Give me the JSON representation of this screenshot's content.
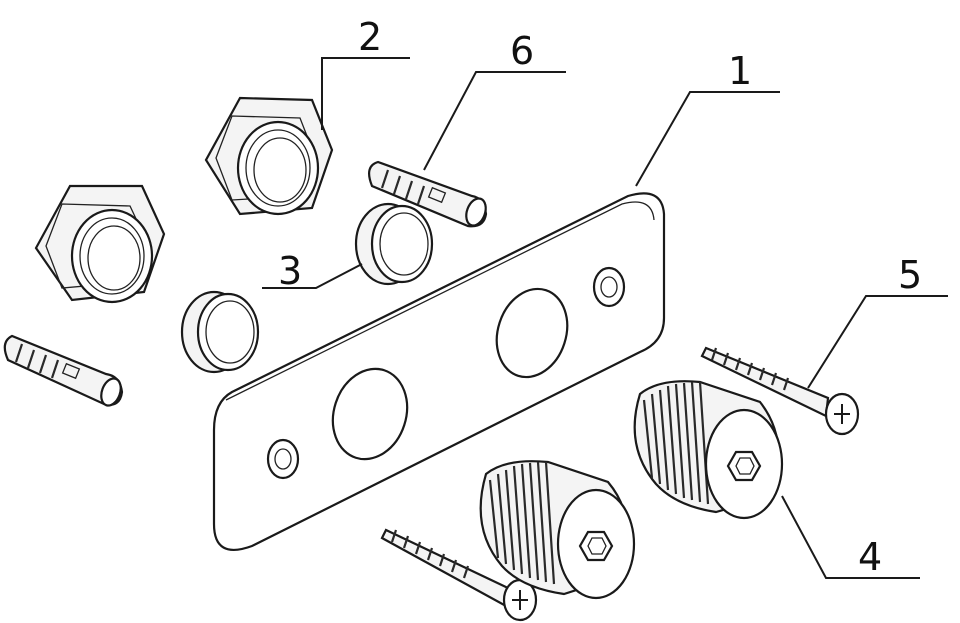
{
  "callouts": {
    "c1": "1",
    "c2": "2",
    "c3": "3",
    "c4": "4",
    "c5": "5",
    "c6": "6"
  },
  "icons": {
    "plate": "mounting-plate-icon",
    "nut": "hex-nut-icon",
    "ring": "sleeve-ring-icon",
    "anchor": "wall-anchor-icon",
    "screw": "screw-icon",
    "fitting": "threaded-fitting-icon"
  },
  "colors": {
    "line": "#1a1a1a",
    "background": "#ffffff"
  }
}
